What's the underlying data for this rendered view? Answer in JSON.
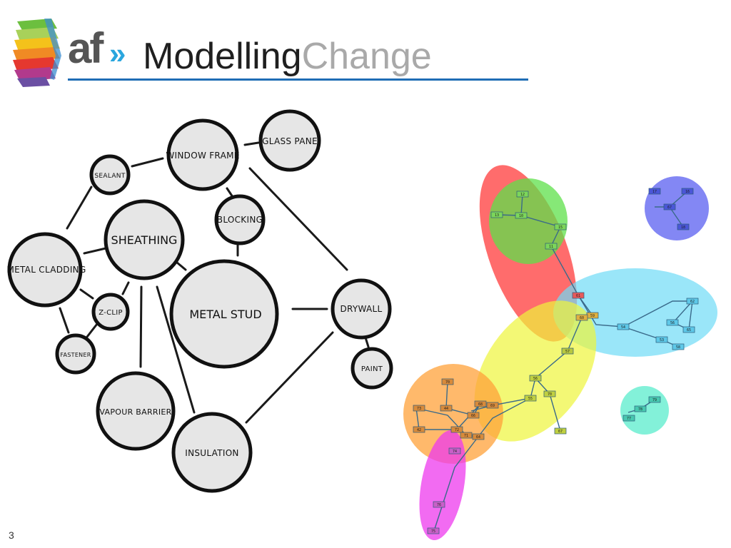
{
  "header": {
    "brand_prefix": "af",
    "brand_chevrons": "»",
    "title_part1": "Modelling",
    "title_part2": "Change"
  },
  "colors": {
    "accent_blue": "#1f6db5",
    "chevron_blue": "#2aa6de",
    "title_dark": "#1f1f1f",
    "title_light": "#a9a9a9"
  },
  "sketch": {
    "nodes": {
      "window_frame": "WINDOW FRAME",
      "glass_pane": "GLASS PANE",
      "sealant": "SEALANT",
      "blocking": "BLOCKING",
      "sheathing": "SHEATHING",
      "metal_cladding": "METAL CLADDING",
      "z_clip": "Z-CLIP",
      "metal_stud": "METAL STUD",
      "drywall": "DRYWALL",
      "fastener": "FASTENER",
      "paint": "PAINT",
      "vapour_barrier": "VAPOUR BARRIER",
      "insulation": "INSULATION"
    }
  },
  "network": {
    "cluster_colors": {
      "red": "#ff3b3b",
      "green": "#5ee04a",
      "cyan": "#6fdcf7",
      "yellow": "#eef53a",
      "orange": "#ffa23a",
      "magenta": "#ee3aee",
      "blue": "#5a5ff0",
      "teal": "#5aeccc"
    },
    "labels": {
      "g1": "12",
      "g2": "13",
      "g3": "10",
      "g4": "15",
      "g5": "11",
      "b1": "16",
      "b2": "17",
      "b3": "67",
      "b4": "18",
      "r1": "61",
      "r2": "59",
      "r3": "60",
      "r4": "57",
      "c1": "54",
      "c2": "62",
      "c3": "56",
      "c4": "65",
      "c5": "53",
      "c6": "58",
      "y1": "56",
      "y2": "70",
      "y3": "55",
      "y4": "67",
      "o1": "70",
      "o2": "73",
      "o3": "44",
      "o4": "66",
      "o5": "68",
      "o6": "42",
      "o7": "72",
      "o8": "71",
      "o9": "64",
      "o10": "69",
      "m1": "74",
      "m2": "76",
      "m3": "75",
      "t1": "78",
      "t2": "79",
      "t3": "77"
    }
  },
  "footer": {
    "page_number": "3"
  }
}
